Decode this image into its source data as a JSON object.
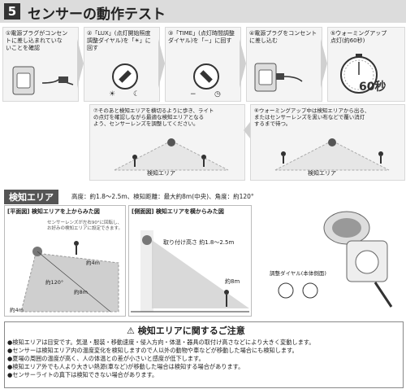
{
  "header": {
    "number": "5",
    "title": "センサーの動作テスト"
  },
  "steps": [
    {
      "num": "①",
      "text1": "電源プラグがコンセン",
      "text2": "トに差し込まれていな",
      "text3": "いことを確認"
    },
    {
      "num": "②",
      "text1": "「LUX」(点灯開始照度",
      "text2": "調整ダイヤル)を「☀」に",
      "text3": "回す"
    },
    {
      "num": "③",
      "text1": "「TIME」(点灯時間調整",
      "text2": "ダイヤル)を「−」に回す",
      "text3": ""
    },
    {
      "num": "④",
      "text1": "電源プラグをコンセント",
      "text2": "に差し込む",
      "text3": ""
    },
    {
      "num": "⑤",
      "text1": "ウォーミングアップ",
      "text2": "点灯(約60秒)",
      "text3": ""
    }
  ],
  "timer_label": "60秒",
  "step7": {
    "num": "⑦",
    "l1": "そのあと検知エリアを横切るように歩き、ライト",
    "l2": "の点灯を確認しながら最適な検知エリアとなる",
    "l3": "よう、センサーレンズを調整してください。"
  },
  "step6": {
    "num": "⑥",
    "l1": "ウォーミングアップ中は検知エリアから出る、",
    "l2": "またはセンサーレンズを黒い布などで覆い消灯",
    "l3": "するまで待つ。"
  },
  "area_label": "検知エリア",
  "area_label2": "検知エリア",
  "detection": {
    "tag": "検知エリア",
    "spec": "高度：約1.8〜2.5m、検知距離：最大約8m(中央)、角度：約120°"
  },
  "plan_view": {
    "title": "[平面図] 検知エリアを上からみた図",
    "note1": "センサーレンズが左右90°に回転し、",
    "note2": "お好みの検知エリアに設定できます。",
    "d1": "約4m",
    "d2": "約8m",
    "angle": "約120°",
    "d3": "約4m"
  },
  "side_view": {
    "title": "[側面図] 検知エリアを横からみた図",
    "height": "取り付け高さ 約1.8〜2.5m",
    "dist": "約8m"
  },
  "dial_label": "調整ダイヤル(本体側面)",
  "caution": {
    "title": "検知エリアに関するご注意",
    "lines": [
      "●検知エリアは目安です。気温・服装・移動速度・侵入方向・体温・器具の取付け高さなどにより大きく変動します。",
      "●センサーは検知エリア内の温度変化を検知しますので人以外の動物や車などが移動した場合にも検知します。",
      "●夏場の周囲の温度が高く、人の体温との差が小さいと感度が低下します。",
      "●検知エリア外でも人より大きい熱源(車など)が移動した場合は検知する場合があります。",
      "●センサーライトの真下は検知できない場合があります。"
    ]
  }
}
